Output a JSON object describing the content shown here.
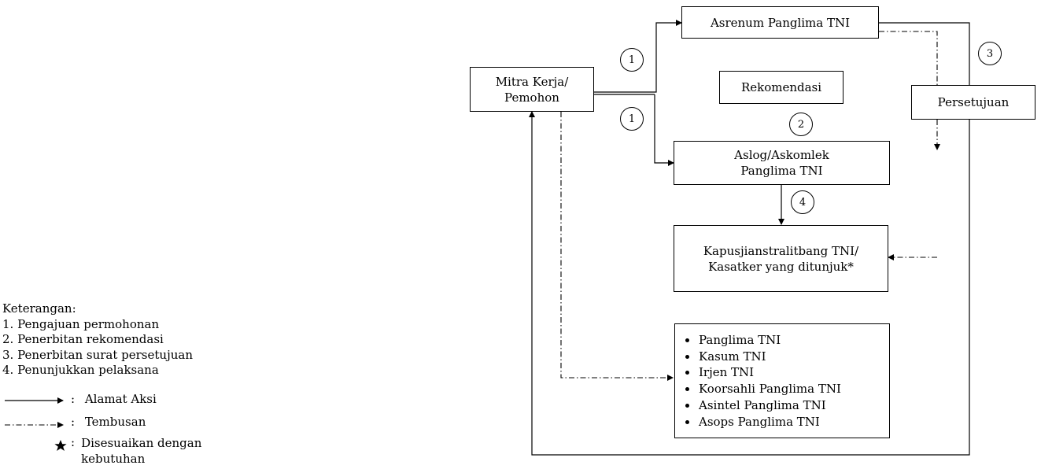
{
  "boxes": {
    "asrenum": "Asrenum Panglima TNI",
    "mitra": "Mitra Kerja/\nPemohon",
    "rekomendasi": "Rekomendasi",
    "persetujuan": "Persetujuan",
    "aslog": "Aslog/Askomlek\nPanglima TNI",
    "kapusjian": "Kapusjianstralitbang TNI/\nKasatker yang ditunjuk*"
  },
  "circles": {
    "c1_top": "1",
    "c1_bottom": "1",
    "c2": "2",
    "c3": "3",
    "c4": "4"
  },
  "recipients": [
    "Panglima TNI",
    "Kasum TNI",
    "Irjen TNI",
    "Koorsahli Panglima TNI",
    "Asintel Panglima TNI",
    "Asops Panglima TNI"
  ],
  "legend": {
    "heading": "Keterangan:",
    "steps": [
      "1. Pengajuan permohonan",
      "2. Penerbitan rekomendasi",
      "3. Penerbitan surat persetujuan",
      "4. Penunjukkan pelaksana"
    ],
    "key_action_sep": ":",
    "key_action": "Alamat Aksi",
    "key_copy_sep": ":",
    "key_copy": "Tembusan",
    "key_star_sep": ":",
    "key_star": "Disesuaikan dengan\nkebutuhan"
  }
}
